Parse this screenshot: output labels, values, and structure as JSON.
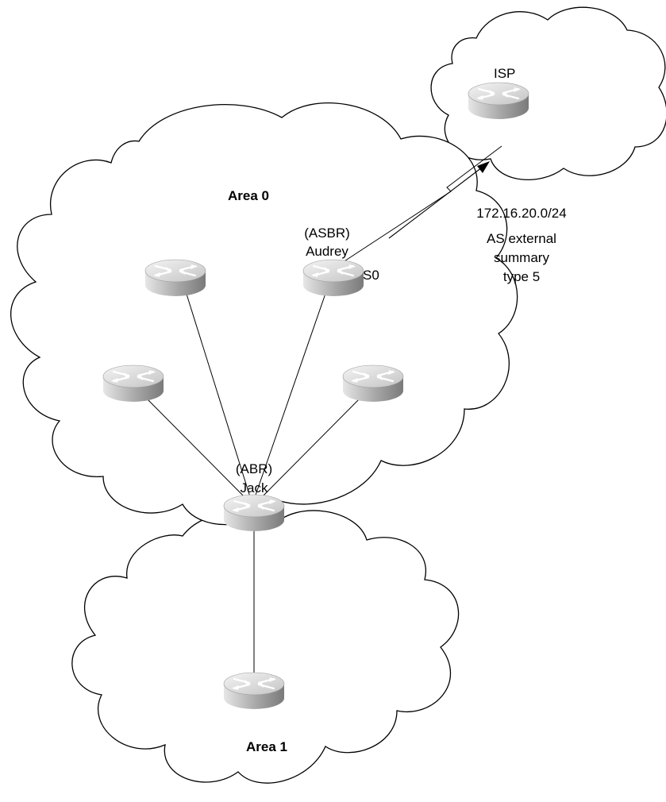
{
  "areas": {
    "area0": "Area 0",
    "area1": "Area 1",
    "isp": "ISP"
  },
  "routers": {
    "audrey_role": "(ASBR)",
    "audrey_name": "Audrey",
    "jack_role": "(ABR)",
    "jack_name": "Jack",
    "interface": "S0"
  },
  "annotation": {
    "prefix": "172.16.20.0/24",
    "line1": "AS external",
    "line2": "summary",
    "line3": "type 5"
  },
  "colors": {
    "router_light": "#eeeeee",
    "router_dark": "#8c8c8c",
    "line": "#000000"
  }
}
